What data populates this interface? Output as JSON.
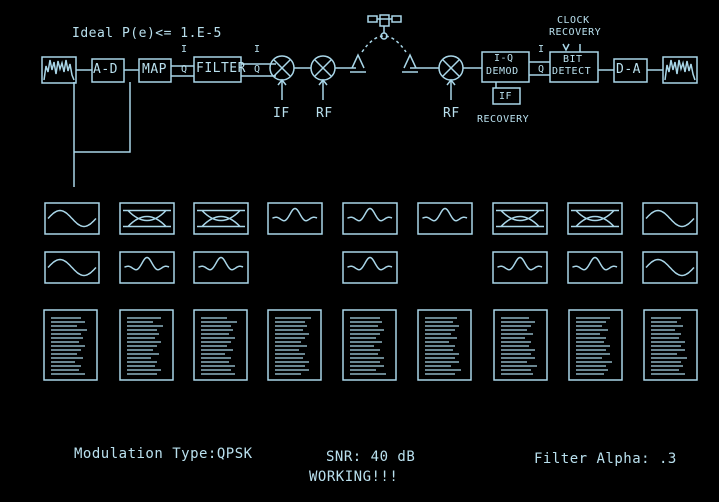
{
  "header": {
    "ideal_text": "Ideal P(e)<= 1.E-5"
  },
  "chain": {
    "ad": "A-D",
    "map": "MAP",
    "filter": "FILTER",
    "i_label": "I",
    "q_label": "Q",
    "if_label": "IF",
    "rf_label": "RF",
    "iq_demod_top": "I-Q",
    "iq_demod_bottom": "DEMOD",
    "if_box": "IF",
    "recovery": "RECOVERY",
    "clock_top": "CLOCK",
    "clock_bottom": "RECOVERY",
    "bit_top": "BIT",
    "bit_bottom": "DETECT",
    "da": "D-A"
  },
  "status": {
    "modulation_label": "Modulation Type:QPSK",
    "snr_label": "SNR: 40 dB",
    "working": "WORKING!!!",
    "filter_alpha": "Filter Alpha: .3"
  },
  "colors": {
    "line": "#a9d6e8",
    "background": "#000000"
  },
  "monitor_rows": [
    [
      "sine",
      "eye",
      "eye",
      "pulse",
      "pulse",
      "pulse",
      "eye",
      "eye",
      "sine"
    ],
    [
      "sine",
      "pulse",
      "pulse",
      "",
      "pulse",
      "",
      "pulse",
      "pulse",
      "sine"
    ]
  ],
  "text_panels": 9
}
